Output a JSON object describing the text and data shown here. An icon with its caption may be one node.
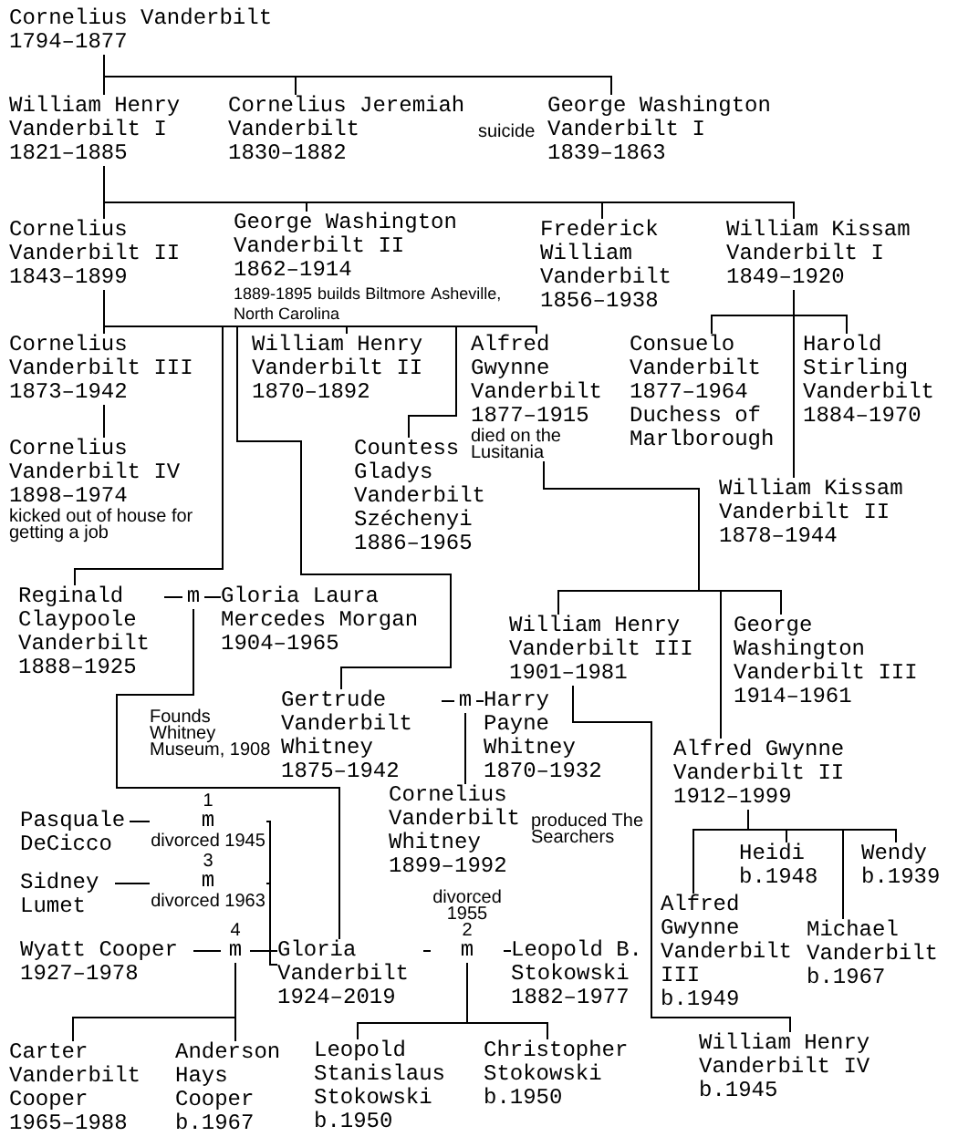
{
  "diagram": {
    "nodes": [
      {
        "text": [
          "Cornelius Vanderbilt",
          "1794–1877"
        ]
      },
      {
        "text": [
          "William Henry Vanderbilt I",
          "1821–1885"
        ]
      },
      {
        "text": [
          "Cornelius Jeremiah Vanderbilt",
          "1830–1882",
          "suicide"
        ]
      },
      {
        "text": [
          "George Washington Vanderbilt I",
          "1839–1863"
        ]
      },
      {
        "text": [
          "Cornelius Vanderbilt II",
          "1843–1899"
        ]
      },
      {
        "text": [
          "George Washington Vanderbilt II",
          "1862–1914",
          "1889-1895",
          "builds Biltmore",
          "Asheville, North Carolina"
        ]
      },
      {
        "text": [
          "Frederick William Vanderbilt",
          "1856–1938"
        ]
      },
      {
        "text": [
          "William Kissam Vanderbilt I",
          "1849–1920"
        ]
      },
      {
        "text": [
          "Cornelius Vanderbilt III",
          "1873–1942"
        ]
      },
      {
        "text": [
          "William Henry Vanderbilt II",
          "1870–1892"
        ]
      },
      {
        "text": [
          "Alfred Gwynne Vanderbilt",
          "1877–1915",
          "died on the Lusitania"
        ]
      },
      {
        "text": [
          "Consuelo Vanderbilt",
          "1877–1964",
          "Duchess of Marlborough"
        ]
      },
      {
        "text": [
          "Harold Stirling Vanderbilt",
          "1884–1970"
        ]
      },
      {
        "text": [
          "Cornelius Vanderbilt IV",
          "1898–1974",
          "kicked out of house for getting a job"
        ]
      },
      {
        "text": [
          "Countess Gladys Vanderbilt Széchenyi",
          "1886–1965"
        ]
      },
      {
        "text": [
          "William Kissam Vanderbilt II",
          "1878–1944"
        ]
      },
      {
        "text": [
          "Reginald Claypoole Vanderbilt",
          "1888–1925"
        ]
      },
      {
        "text": [
          "m"
        ]
      },
      {
        "text": [
          "Gloria Laura Mercedes Morgan",
          "1904–1965"
        ]
      },
      {
        "text": [
          "William Henry Vanderbilt III",
          "1901–1981"
        ]
      },
      {
        "text": [
          "George Washington Vanderbilt III",
          "1914–1961"
        ]
      },
      {
        "text": [
          "Gertrude Vanderbilt Whitney",
          "1875–1942",
          "Founds Whitney Museum, 1908"
        ]
      },
      {
        "text": [
          "m"
        ]
      },
      {
        "text": [
          "Harry Payne Whitney",
          "1870–1932"
        ]
      },
      {
        "text": [
          "Alfred Gwynne Vanderbilt II",
          "1912–1999"
        ]
      },
      {
        "text": [
          "Pasquale DeCicco"
        ]
      },
      {
        "text": [
          "1",
          "m",
          "divorced 1945"
        ]
      },
      {
        "text": [
          "Cornelius Vanderbilt Whitney",
          "1899–1992",
          "produced The Searchers"
        ]
      },
      {
        "text": [
          "Heidi",
          "b.1948"
        ]
      },
      {
        "text": [
          "Wendy",
          "b.1939"
        ]
      },
      {
        "text": [
          "Sidney Lumet"
        ]
      },
      {
        "text": [
          "3",
          "m",
          "divorced 1963"
        ]
      },
      {
        "text": [
          "Wyatt Cooper",
          "1927–1978"
        ]
      },
      {
        "text": [
          "4",
          "m"
        ]
      },
      {
        "text": [
          "Gloria Vanderbilt",
          "1924–2019"
        ]
      },
      {
        "text": [
          "divorced 1955",
          "2",
          "m"
        ]
      },
      {
        "text": [
          "Leopold B. Stokowski",
          "1882–1977"
        ]
      },
      {
        "text": [
          "Alfred Gwynne Vanderbilt III",
          "b.1949"
        ]
      },
      {
        "text": [
          "Michael Vanderbilt",
          "b.1967"
        ]
      },
      {
        "text": [
          "Carter Vanderbilt Cooper",
          "1965–1988"
        ]
      },
      {
        "text": [
          "Anderson Hays Cooper",
          "b.1967"
        ]
      },
      {
        "text": [
          "Leopold Stanislaus Stokowski",
          "b.1950"
        ]
      },
      {
        "text": [
          "Christopher Stokowski",
          "b.1950"
        ]
      },
      {
        "text": [
          "William Henry Vanderbilt IV",
          "b.1945"
        ]
      }
    ],
    "edges": [
      {
        "from": 0,
        "to": 1,
        "arrow": "none"
      },
      {
        "from": 0,
        "to": 2,
        "arrow": "none"
      },
      {
        "from": 0,
        "to": 3,
        "arrow": "none"
      },
      {
        "from": 1,
        "to": 4,
        "arrow": "none"
      },
      {
        "from": 1,
        "to": 5,
        "arrow": "none"
      },
      {
        "from": 1,
        "to": 6,
        "arrow": "none"
      },
      {
        "from": 1,
        "to": 7,
        "arrow": "none"
      },
      {
        "from": 4,
        "to": 8,
        "arrow": "none"
      },
      {
        "from": 4,
        "to": 16,
        "arrow": "none"
      },
      {
        "from": 4,
        "to": 21,
        "arrow": "none"
      },
      {
        "from": 4,
        "to": 9,
        "arrow": "none"
      },
      {
        "from": 4,
        "to": 14,
        "arrow": "none"
      },
      {
        "from": 4,
        "to": 10,
        "arrow": "none"
      },
      {
        "from": 7,
        "to": 11,
        "arrow": "none"
      },
      {
        "from": 7,
        "to": 12,
        "arrow": "none"
      },
      {
        "from": 7,
        "to": 15,
        "arrow": "none"
      },
      {
        "from": 8,
        "to": 13,
        "arrow": "none"
      },
      {
        "from": 10,
        "to": 19,
        "arrow": "none"
      },
      {
        "from": 10,
        "to": 24,
        "arrow": "none"
      },
      {
        "from": 10,
        "to": 20,
        "arrow": "none"
      },
      {
        "from": 16,
        "to": 17,
        "arrow": "none"
      },
      {
        "from": 17,
        "to": 18,
        "arrow": "none"
      },
      {
        "from": 17,
        "to": 34,
        "arrow": "none"
      },
      {
        "from": 21,
        "to": 22,
        "arrow": "none"
      },
      {
        "from": 22,
        "to": 23,
        "arrow": "none"
      },
      {
        "from": 22,
        "to": 27,
        "arrow": "none"
      },
      {
        "from": 19,
        "to": 43,
        "arrow": "none"
      },
      {
        "from": 24,
        "to": 37,
        "arrow": "none"
      },
      {
        "from": 24,
        "to": 28,
        "arrow": "none"
      },
      {
        "from": 24,
        "to": 38,
        "arrow": "none"
      },
      {
        "from": 24,
        "to": 29,
        "arrow": "none"
      },
      {
        "from": 25,
        "to": 26,
        "arrow": "none"
      },
      {
        "from": 26,
        "to": 34,
        "arrow": "none"
      },
      {
        "from": 30,
        "to": 31,
        "arrow": "none"
      },
      {
        "from": 31,
        "to": 34,
        "arrow": "none"
      },
      {
        "from": 32,
        "to": 33,
        "arrow": "none"
      },
      {
        "from": 33,
        "to": 34,
        "arrow": "none"
      },
      {
        "from": 34,
        "to": 35,
        "arrow": "none"
      },
      {
        "from": 35,
        "to": 36,
        "arrow": "none"
      },
      {
        "from": 33,
        "to": 39,
        "arrow": "none"
      },
      {
        "from": 33,
        "to": 40,
        "arrow": "none"
      },
      {
        "from": 35,
        "to": 41,
        "arrow": "none"
      },
      {
        "from": 35,
        "to": 42,
        "arrow": "none"
      }
    ]
  }
}
